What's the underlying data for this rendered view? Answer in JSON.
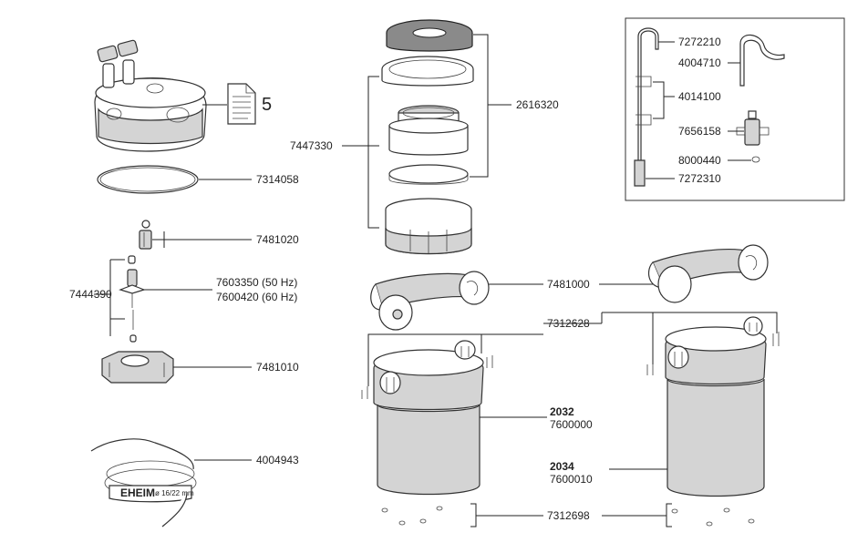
{
  "doc_icon_number": "5",
  "labels": {
    "p7314058": "7314058",
    "p7481020": "7481020",
    "p7444390": "7444390",
    "p7603350": "7603350 (50 Hz)",
    "p7600420": "7600420 (60 Hz)",
    "p7481010": "7481010",
    "p4004943": "4004943",
    "p7447330": "7447330",
    "p2616320": "2616320",
    "p7272210": "7272210",
    "p4004710": "4004710",
    "p4014100": "4014100",
    "p7656158": "7656158",
    "p8000440": "8000440",
    "p7272310": "7272310",
    "p7481000": "7481000",
    "p7312628": "7312628",
    "m2032": "2032",
    "p7600000": "7600000",
    "m2034": "2034",
    "p7600010": "7600010",
    "p7312698": "7312698",
    "hose_brand": "EHEIM",
    "hose_size": "ø 16/22 mm"
  }
}
